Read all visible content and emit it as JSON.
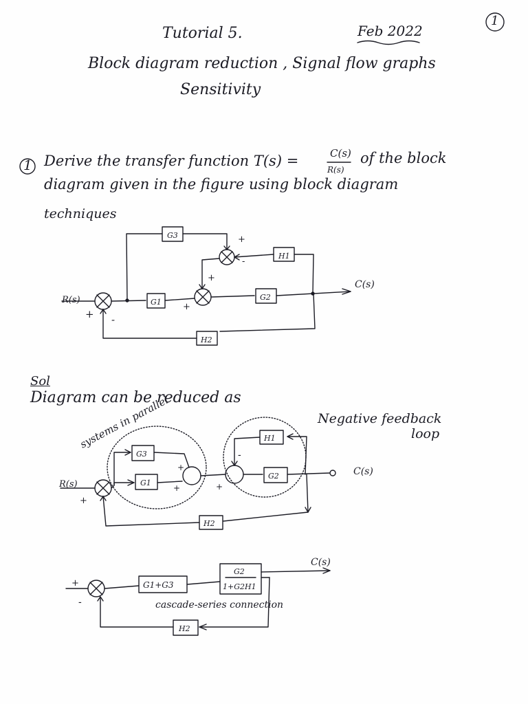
{
  "header": {
    "page_number": "1",
    "title": "Tutorial 5.",
    "date": "Feb 2022",
    "subtitle_line1": "Block diagram reduction , Signal flow graphs",
    "subtitle_line2": "Sensitivity"
  },
  "question": {
    "number": "1",
    "line1": "Derive the transfer function T(s) =",
    "fraction_num": "C(s)",
    "fraction_den": "R(s)",
    "line1_tail": "of the block",
    "line2": "diagram given in the figure using block diagram",
    "line3": "techniques"
  },
  "diagram1": {
    "blocks": {
      "g3": "G3",
      "h1": "H1",
      "g1": "G1",
      "g2": "G2",
      "h2": "H2"
    },
    "input": "R(s)",
    "output": "C(s)",
    "signs": {
      "plus": "+",
      "minus": "-"
    }
  },
  "solution": {
    "label": "Sol",
    "line1": "Diagram can be reduced as",
    "parallel_note": "systems in parallel",
    "feedback_note_line1": "Negative feedback",
    "feedback_note_line2": "loop"
  },
  "diagram2": {
    "blocks": {
      "g3": "G3",
      "g1": "G1",
      "h1": "H1",
      "g2": "G2",
      "h2": "H2"
    },
    "input": "R(s)",
    "output": "C(s)"
  },
  "diagram3": {
    "block_sum": "G1+G3",
    "block_tf_num": "G2",
    "block_tf_den": "1+G2H1",
    "block_h2": "H2",
    "output": "C(s)",
    "cascade_note": "cascade-series connection"
  }
}
